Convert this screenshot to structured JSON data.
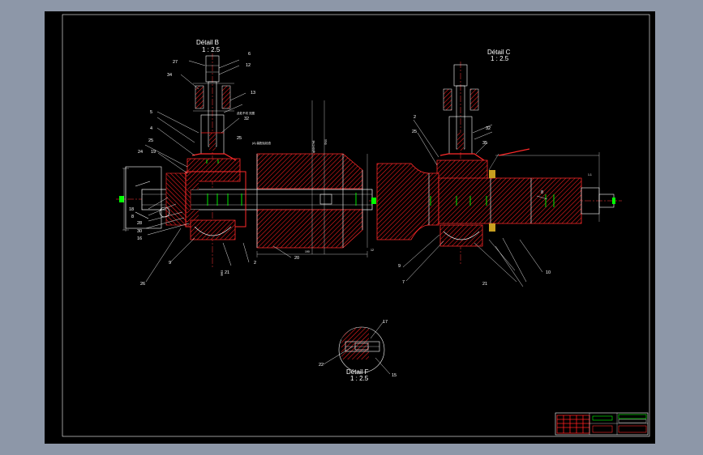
{
  "drawing": {
    "background": "#000000",
    "frame_color": "#ffffff",
    "section_color": "#ff2a2a",
    "seal_color": "#00ff00"
  },
  "detail_b": {
    "title": "Détail B",
    "scale": "1 : 2.5",
    "labels": [
      "27",
      "34",
      "5",
      "4",
      "25",
      "24",
      "19",
      "18",
      "8",
      "28",
      "30",
      "16",
      "26",
      "9",
      "6",
      "12",
      "13",
      "32",
      "25",
      "21",
      "2",
      "20"
    ],
    "notes": [
      "此处不切 无图",
      "(A) 装配后检查",
      "φ50H7/h6",
      "Φ44",
      "ФФ3",
      "190",
      "12"
    ]
  },
  "detail_c": {
    "title": "Détail C",
    "scale": "1 : 2.5",
    "labels": [
      "2",
      "25",
      "9",
      "7",
      "32",
      "35",
      "21",
      "10",
      "8"
    ],
    "notes": [
      "1.1"
    ]
  },
  "detail_f": {
    "title": "Détail F",
    "scale": "1 : 2.5",
    "labels": [
      "17",
      "22",
      "15"
    ]
  }
}
